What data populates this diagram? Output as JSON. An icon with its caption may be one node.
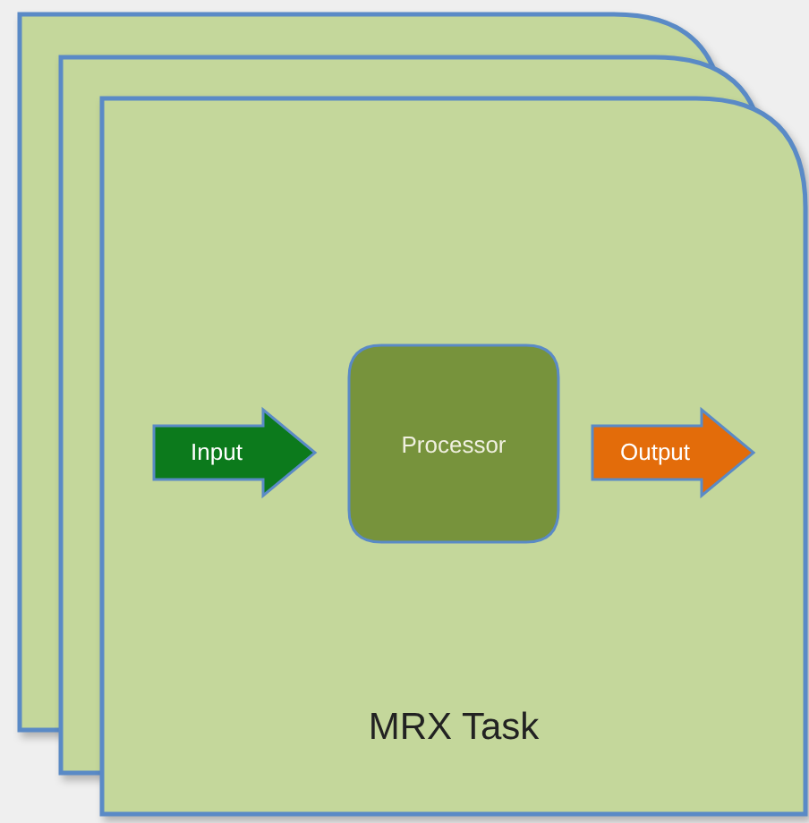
{
  "diagram": {
    "nodes": [
      {
        "text": [
          "MRX Task"
        ]
      },
      {
        "text": [
          "Input"
        ],
        "in": 0
      },
      {
        "text": [
          "Processor"
        ],
        "in": 0
      },
      {
        "text": [
          "Output"
        ],
        "in": 0
      }
    ]
  }
}
